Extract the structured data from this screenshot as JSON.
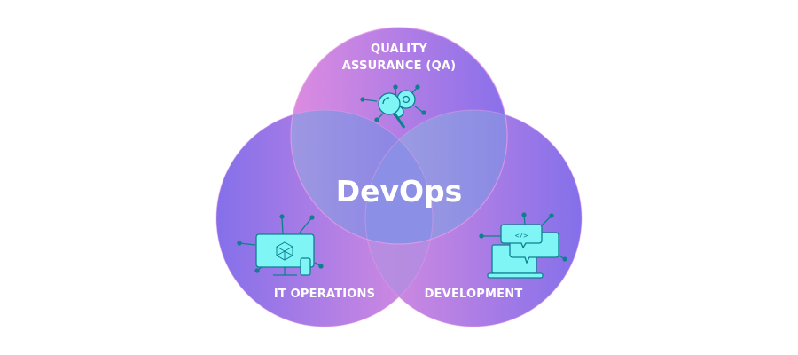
{
  "diagram": {
    "type": "venn",
    "center_label": "DevOps",
    "circles": [
      {
        "id": "qa",
        "label_line1": "QUALITY",
        "label_line2": "ASSURANCE (QA)",
        "icon": "magnifier-gears-icon"
      },
      {
        "id": "it",
        "label": "IT OPERATIONS",
        "icon": "monitor-cube-phone-icon"
      },
      {
        "id": "dev",
        "label": "DEVELOPMENT",
        "icon": "laptop-code-chat-icon"
      }
    ],
    "colors": {
      "purple": "#8b6ee8",
      "pink": "#d78ae0",
      "overlap_blue": "#8aa0e4",
      "icon_fill": "#7ff5f5",
      "icon_stroke": "#0f7f8f",
      "text": "#ffffff"
    }
  }
}
